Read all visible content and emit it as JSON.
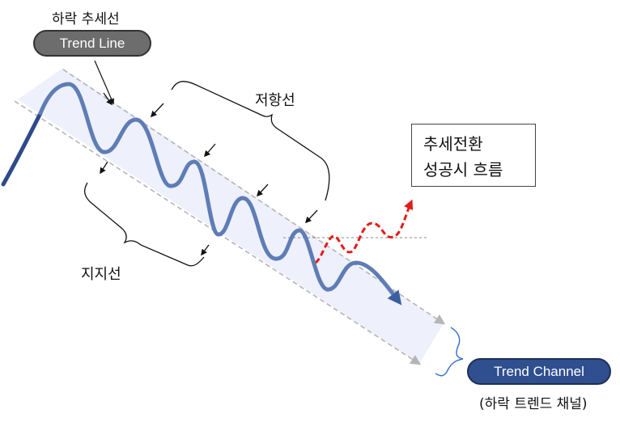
{
  "labels": {
    "downtrend_title": "하락 추세선",
    "trend_line": "Trend Line",
    "resistance": "저항선",
    "support": "지지선",
    "reversal_line1": "추세전환",
    "reversal_line2": "성공시 흐름",
    "trend_channel": "Trend Channel",
    "channel_korean": "(하락 트렌드 채널)"
  },
  "colors": {
    "price_line": "#5f7db5",
    "price_start": "#2f4a8a",
    "trend_line_pill": "#6d6d6d",
    "trend_channel_pill": "#2f4f8f",
    "channel_fill": "#eef0fb",
    "reversal": "#e31b1b",
    "bracket_blue": "#3b74c7"
  }
}
